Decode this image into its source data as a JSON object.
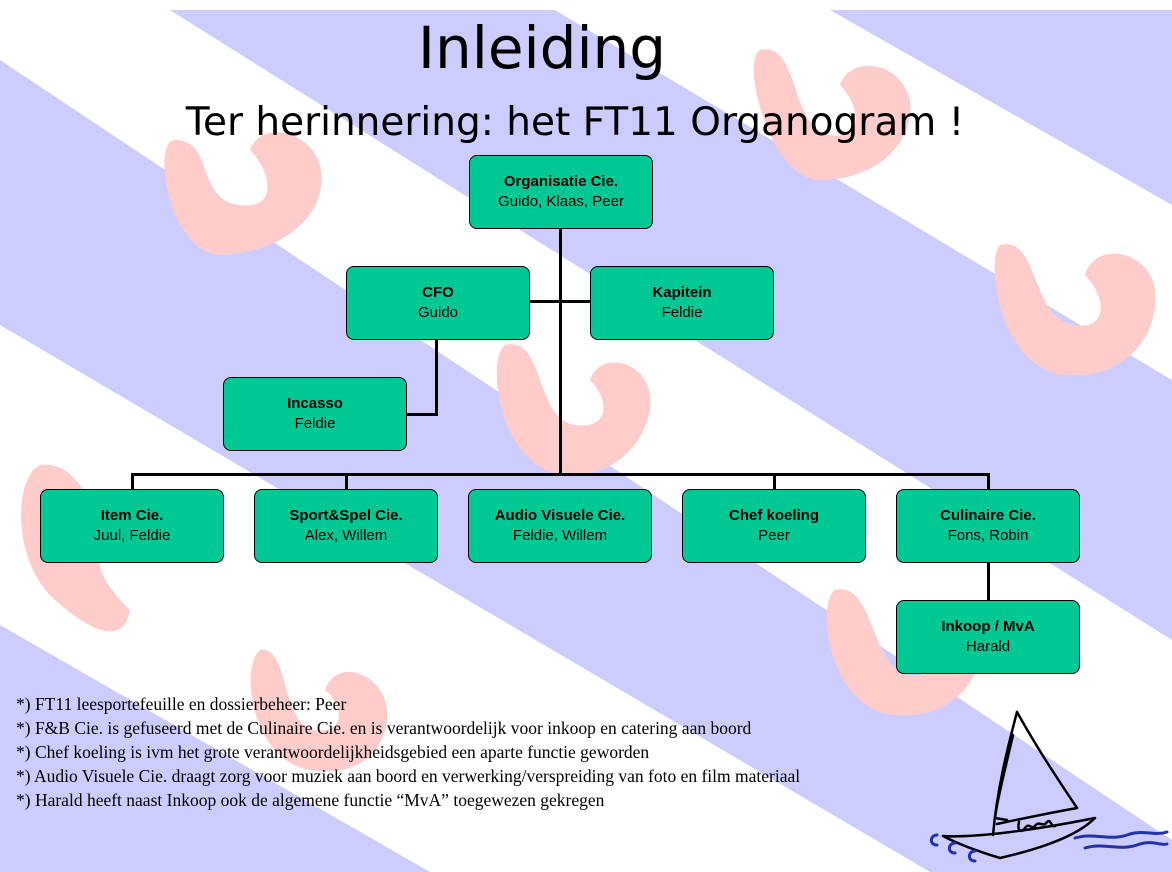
{
  "slide": {
    "title": "Inleiding",
    "subtitle": "Ter herinnering: het FT11 Organogram !"
  },
  "orgchart": {
    "root": {
      "title": "Organisatie Cie.",
      "names": "Guido, Klaas, Peer"
    },
    "cfo": {
      "title": "CFO",
      "names": "Guido"
    },
    "kapitein": {
      "title": "Kapitein",
      "names": "Feldie"
    },
    "incasso": {
      "title": "Incasso",
      "names": "Feldie"
    },
    "item": {
      "title": "Item Cie.",
      "names": "Juul, Feldie"
    },
    "sportspel": {
      "title": "Sport&Spel Cie.",
      "names": "Alex, Willem"
    },
    "audio": {
      "title": "Audio Visuele Cie.",
      "names": "Feldie, Willem"
    },
    "chef": {
      "title": "Chef koeling",
      "names": "Peer"
    },
    "culinaire": {
      "title": "Culinaire Cie.",
      "names": "Fons, Robin"
    },
    "inkoop": {
      "title": "Inkoop / MvA",
      "names": "Harald"
    }
  },
  "notes": [
    "*) FT11 leesportefeuille en dossierbeheer: Peer",
    "*) F&B Cie. is gefuseerd met de Culinaire Cie. en is verantwoordelijk voor inkoop en catering aan boord",
    "*) Chef koeling is ivm het grote verantwoordelijkheidsgebied een aparte functie geworden",
    "*) Audio Visuele Cie. draagt zorg voor muziek aan boord en verwerking/verspreiding van foto en film materiaal",
    "*) Harald heeft naast Inkoop ook de algemene functie “MvA” toegewezen gekregen"
  ],
  "colors": {
    "box_fill": "#00c895",
    "stripe_blue": "#ccccff",
    "pompeblêd_red": "#ffcccc",
    "logo_blue": "#2233aa"
  },
  "decor": {
    "background": "frisian-flag-pattern",
    "logo": "sailboat-logo"
  }
}
